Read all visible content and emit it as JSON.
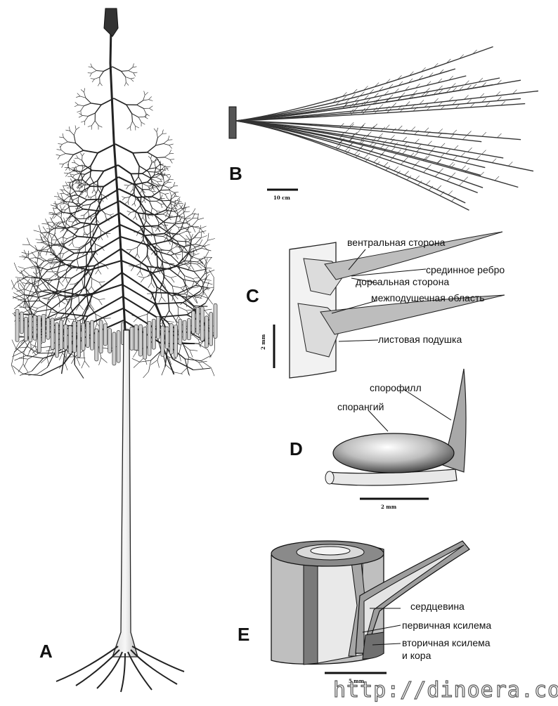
{
  "panels": {
    "a": {
      "letter": "A"
    },
    "b": {
      "letter": "B",
      "scale": "10 cm"
    },
    "c": {
      "letter": "C",
      "scale": "2 mm",
      "labels": {
        "ventral": "вентральная сторона",
        "midrib": "срединное ребро",
        "dorsal": "дорсальная сторона",
        "intercushion": "межподушечная область",
        "cushion": "листовая подушка"
      }
    },
    "d": {
      "letter": "D",
      "scale": "2 mm",
      "labels": {
        "sporophyll": "спорофилл",
        "sporangium": "спорангий"
      }
    },
    "e": {
      "letter": "E",
      "scale": "5 mm",
      "labels": {
        "pith": "сердцевина",
        "primary_xylem": "первичная ксилема",
        "secondary_xylem_1": "вторичная ксилема",
        "secondary_xylem_2": "и кора"
      }
    }
  },
  "watermark": "http://dinoera.com",
  "colors": {
    "ink": "#111111",
    "light_fill": "#e8e8e8",
    "mid_fill": "#9a9a9a",
    "dark_fill": "#6a6a6a"
  }
}
